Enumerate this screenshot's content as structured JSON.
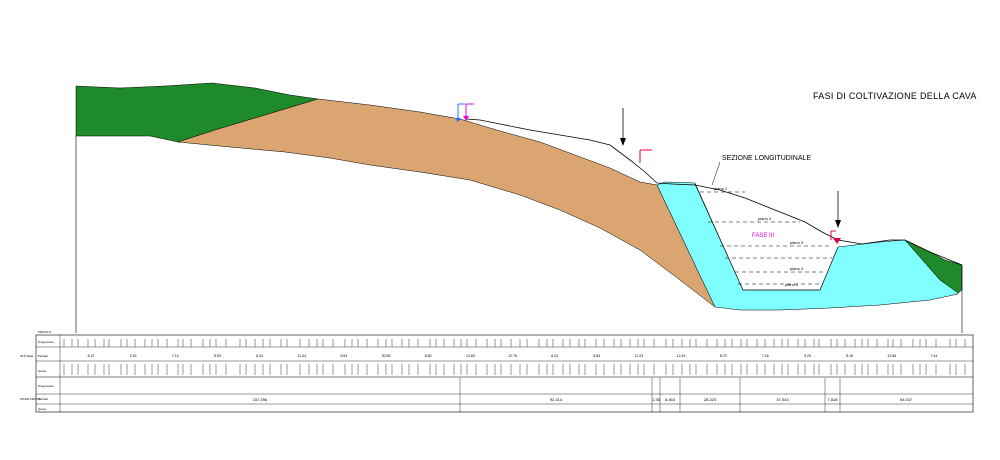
{
  "title": "FASI DI COLTIVAZIONE DELLA CAVA",
  "section_label": "SEZIONE LONGITUDINALE",
  "phase_label": "FASE III",
  "bench_labels": [
    "piano 1",
    "piano 2",
    "piano 3",
    "piano 4",
    "piano 5"
  ],
  "colors": {
    "green": "#1f8a2a",
    "sand": "#dba572",
    "cyan": "#7fffff",
    "magenta": "#e000e0",
    "blue": "#1e6fff",
    "red": "#e0003a"
  },
  "table": {
    "corner_label": "PROFILO",
    "row_labels": {
      "attuale_prog": "Progressive",
      "attuale_side": "ATTUALE",
      "attuale_parz": "Parziali",
      "attuale_quote": "Quote",
      "inter_prog": "Progressive",
      "inter_side": "INTER-VENTO",
      "inter_parz": "Parziali",
      "inter_quote": "Quote"
    },
    "intervento_parziali": [
      "157.396",
      "92.314",
      "1.35",
      "8.463",
      "28.323",
      "37.043",
      "7.818",
      "54.037"
    ],
    "attuale_parziali": [
      "6.47",
      "9.52",
      "7.12",
      "8.53",
      "8.44",
      "11.34",
      "8.84",
      "30.58",
      "8.50",
      "14.83",
      "12.76",
      "8.24",
      "8.84",
      "11.03",
      "12.49",
      "8.70",
      "7.16",
      "9.20",
      "8.16",
      "12.56",
      "7.44"
    ]
  }
}
